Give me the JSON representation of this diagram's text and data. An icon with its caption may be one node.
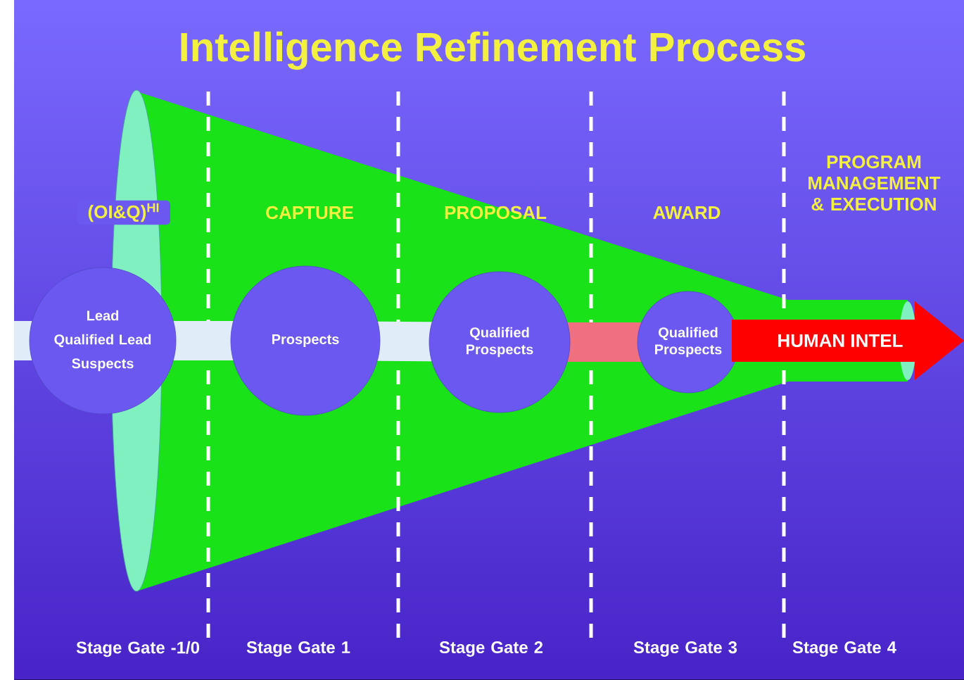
{
  "diagram": {
    "title": "Intelligence Refinement Process",
    "nodes": [
      {
        "text": [
          "Lead",
          "Qualified Lead",
          "Suspects"
        ]
      },
      {
        "text": [
          "Prospects"
        ]
      },
      {
        "text": [
          "Qualified Prospects"
        ]
      },
      {
        "text": [
          "Qualified Prospects"
        ]
      },
      {
        "text": [
          "HUMAN INTEL"
        ]
      }
    ],
    "edges": [
      {
        "from": 0,
        "to": 1,
        "arrow": "none"
      },
      {
        "from": 1,
        "to": 2,
        "arrow": "none"
      },
      {
        "from": 2,
        "to": 3,
        "arrow": "none",
        "color": "#f07080"
      }
    ],
    "labels": [
      "PROGRAM MANAGEMENT & EXECUTION",
      "(OI&Q)$^{HI}$",
      "CAPTURE",
      "PROPOSAL",
      "AWARD",
      "Stage Gate -1/0",
      "Stage Gate 1",
      "Stage Gate 2",
      "Stage Gate 3",
      "Stage Gate 4"
    ]
  }
}
